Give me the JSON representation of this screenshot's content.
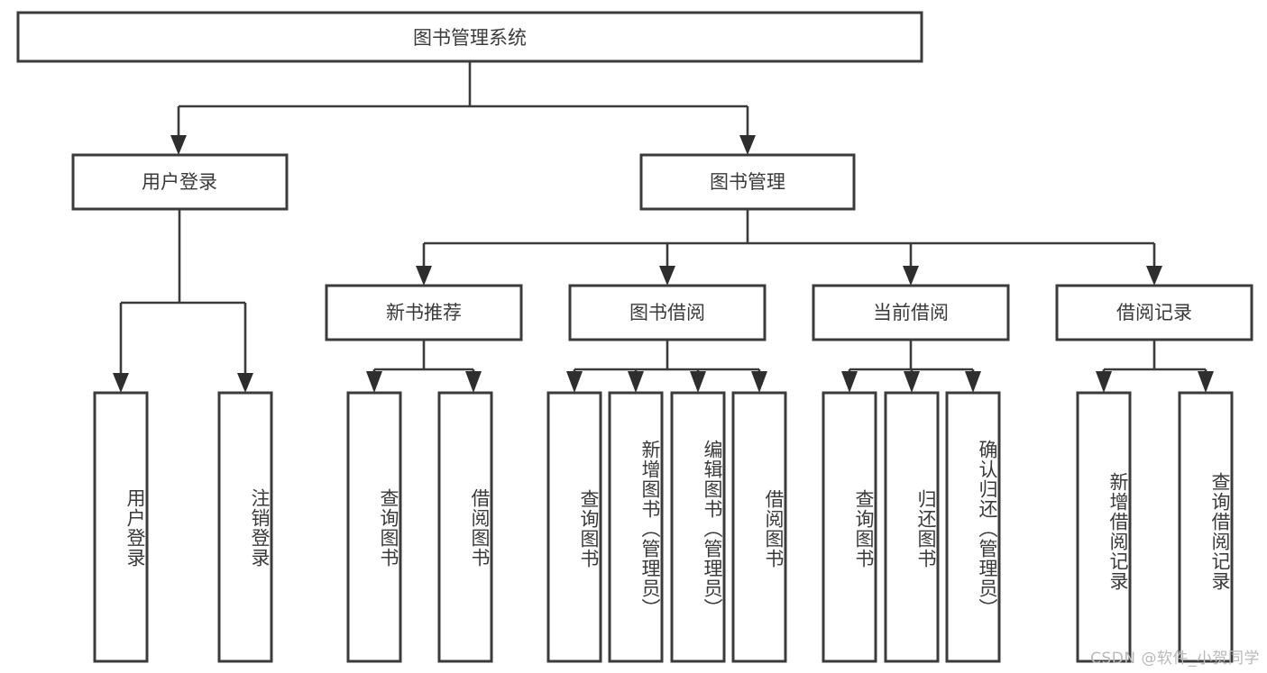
{
  "diagram": {
    "type": "tree-hierarchy-chart",
    "title": "图书管理系统",
    "watermark": "CSDN @软件_小贺同学",
    "colors": {
      "background": "#ffffff",
      "box_stroke": "#3b3b3b",
      "box_fill": "#ffffff",
      "text": "#3a3a3a",
      "connector": "#3b3b3b",
      "watermark": "#b9b9b9"
    },
    "root": {
      "label": "图书管理系统"
    },
    "level2": [
      {
        "label": "用户登录"
      },
      {
        "label": "图书管理"
      }
    ],
    "level3": [
      {
        "label": "新书推荐"
      },
      {
        "label": "图书借阅"
      },
      {
        "label": "当前借阅"
      },
      {
        "label": "借阅记录"
      }
    ],
    "leaves": {
      "user_login": [
        {
          "label": "用户登录"
        },
        {
          "label": "注销登录"
        }
      ],
      "new_book_recommend": [
        {
          "label": "查询图书"
        },
        {
          "label": "借阅图书"
        }
      ],
      "book_borrow": [
        {
          "label": "查询图书"
        },
        {
          "label": "新增图书（管理员）"
        },
        {
          "label": "编辑图书（管理员）"
        },
        {
          "label": "借阅图书"
        }
      ],
      "current_borrow": [
        {
          "label": "查询图书"
        },
        {
          "label": "归还图书"
        },
        {
          "label": "确认归还（管理员）"
        }
      ],
      "borrow_record": [
        {
          "label": "新增借阅记录"
        },
        {
          "label": "查询借阅记录"
        }
      ]
    }
  }
}
